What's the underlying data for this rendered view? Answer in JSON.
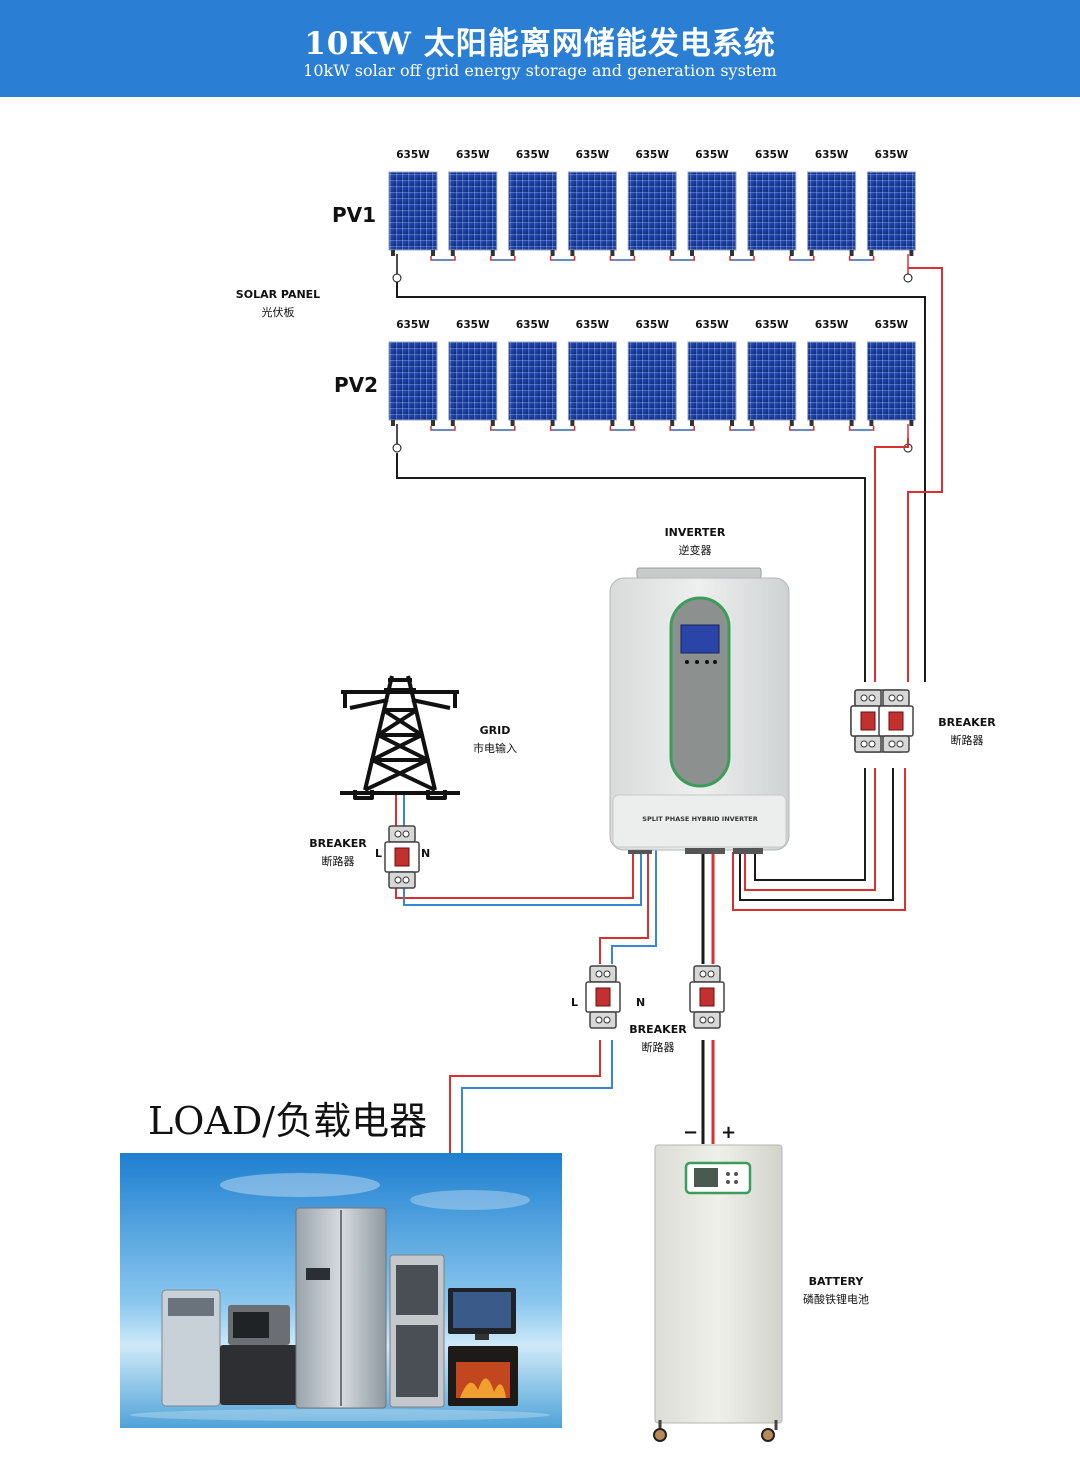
{
  "header": {
    "title_cn": "10KW 太阳能离网储能发电系统",
    "title_en": "10kW solar off grid energy storage and generation system"
  },
  "pv": {
    "panel_rating": "635W",
    "string1_label": "PV1",
    "string2_label": "PV2",
    "panels_per_string": 9,
    "solar_label_en": "SOLAR PANEL",
    "solar_label_cn": "光伏板"
  },
  "inverter": {
    "label_en": "INVERTER",
    "label_cn": "逆变器",
    "body_text": "SPLIT PHASE HYBRID INVERTER"
  },
  "grid": {
    "label_en": "GRID",
    "label_cn": "市电输入"
  },
  "breakers": {
    "label_en": "BREAKER",
    "label_cn": "断路器",
    "l": "L",
    "n": "N"
  },
  "battery": {
    "label_en": "BATTERY",
    "label_cn": "磷酸铁锂电池",
    "minus": "−",
    "plus": "+"
  },
  "load": {
    "title": "LOAD/负载电器"
  },
  "colors": {
    "header": "#2a7fd4",
    "wire_red": "#d93030",
    "wire_blue": "#3a86d6",
    "wire_black": "#1a1a1a",
    "panel": "#1a3f9e",
    "inverter_display": "#3c9d5a"
  }
}
